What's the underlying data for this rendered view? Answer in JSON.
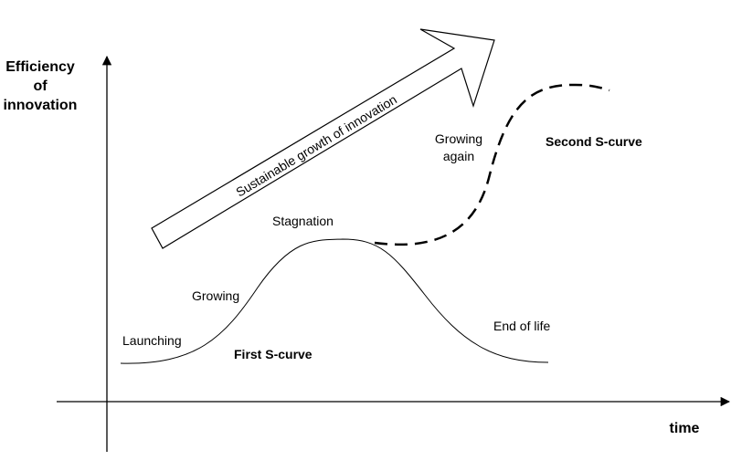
{
  "y_axis_label": [
    "Efficiency",
    "of",
    "innovation"
  ],
  "x_axis_label": "time",
  "arrow_label": "Sustainable growth of innovation",
  "first_curve": {
    "title": "First S-curve",
    "stages": [
      "Launching",
      "Growing",
      "Stagnation",
      "End of life"
    ]
  },
  "second_curve": {
    "title": "Second S-curve",
    "stage": [
      "Growing",
      "again"
    ]
  }
}
